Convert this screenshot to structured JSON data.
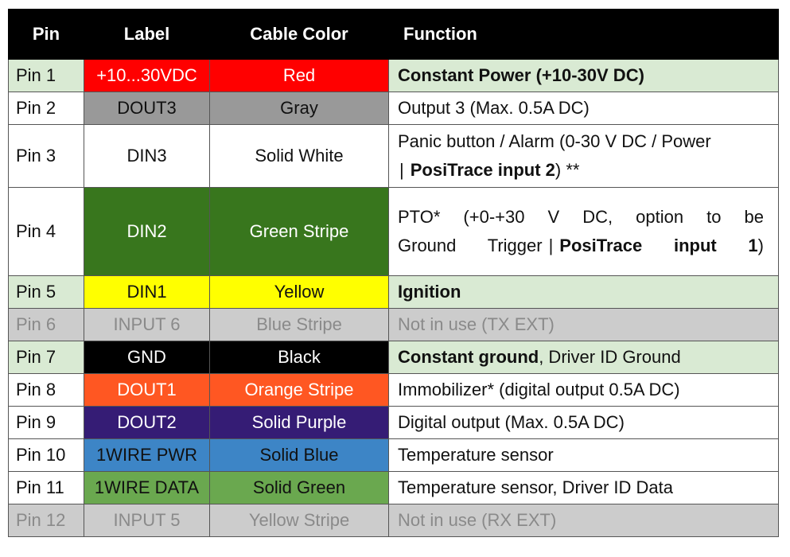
{
  "headers": {
    "pin": "Pin",
    "label": "Label",
    "cable": "Cable Color",
    "function": "Function"
  },
  "rows": [
    {
      "pin": "Pin 1",
      "label": "+10...30VDC",
      "cable": "Red",
      "label_bg": "#ff0000",
      "label_fg": "#ffffff",
      "cable_bg": "#ff0000",
      "cable_fg": "#ffffff",
      "row_bg": "#d9ead3",
      "func_bold": "Constant Power (+10-30V DC)",
      "func_rest": ""
    },
    {
      "pin": "Pin 2",
      "label": "DOUT3",
      "cable": "Gray",
      "label_bg": "#999999",
      "label_fg": "#111111",
      "cable_bg": "#999999",
      "cable_fg": "#111111",
      "row_bg": "#ffffff",
      "func_bold": "",
      "func_rest": "Output 3 (Max. 0.5A DC)"
    },
    {
      "pin": "Pin 3",
      "label": "DIN3",
      "cable": "Solid White",
      "label_bg": "#ffffff",
      "label_fg": "#111111",
      "cable_bg": "#ffffff",
      "cable_fg": "#111111",
      "row_bg": "#ffffff",
      "func_line1": "Panic button / Alarm (0-30 V DC / Power",
      "func_sep": "|",
      "func_bold": "PosiTrace input 2",
      "func_rest": ") **"
    },
    {
      "pin": "Pin 4",
      "label": "DIN2",
      "cable": "Green Stripe",
      "label_bg": "#38761d",
      "label_fg": "#ffffff",
      "cable_bg": "#38761d",
      "cable_fg": "#ffffff",
      "row_bg": "#ffffff",
      "func_line1": "PTO* (+0-+30 V DC, option to be",
      "func_line2": "Ground Trigger",
      "func_sep": "|",
      "func_bold": "PosiTrace input 1",
      "func_rest": ")"
    },
    {
      "pin": "Pin 5",
      "label": "DIN1",
      "cable": "Yellow",
      "label_bg": "#ffff00",
      "label_fg": "#111111",
      "cable_bg": "#ffff00",
      "cable_fg": "#111111",
      "row_bg": "#d9ead3",
      "func_bold": "Ignition",
      "func_rest": ""
    },
    {
      "pin": "Pin 6",
      "label": "INPUT 6",
      "cable": "Blue Stripe",
      "label_bg": "#cccccc",
      "label_fg": "#8a8a8a",
      "cable_bg": "#cccccc",
      "cable_fg": "#8a8a8a",
      "row_bg": "#cccccc",
      "func_bold": "",
      "func_rest": "Not in use (TX EXT)"
    },
    {
      "pin": "Pin 7",
      "label": "GND",
      "cable": "Black",
      "label_bg": "#000000",
      "label_fg": "#ffffff",
      "cable_bg": "#000000",
      "cable_fg": "#ffffff",
      "row_bg": "#d9ead3",
      "func_bold": "Constant ground",
      "func_rest": ", Driver ID Ground"
    },
    {
      "pin": "Pin 8",
      "label": "DOUT1",
      "cable": "Orange Stripe",
      "label_bg": "#ff5722",
      "label_fg": "#ffffff",
      "cable_bg": "#ff5722",
      "cable_fg": "#ffffff",
      "row_bg": "#ffffff",
      "func_bold": "",
      "func_rest": "Immobilizer* (digital output 0.5A DC)"
    },
    {
      "pin": "Pin 9",
      "label": "DOUT2",
      "cable": "Solid Purple",
      "label_bg": "#351c75",
      "label_fg": "#ffffff",
      "cable_bg": "#351c75",
      "cable_fg": "#ffffff",
      "row_bg": "#ffffff",
      "func_bold": "",
      "func_rest": "Digital output (Max. 0.5A DC)"
    },
    {
      "pin": "Pin 10",
      "label": "1WIRE PWR",
      "cable": "Solid Blue",
      "label_bg": "#3d85c6",
      "label_fg": "#111111",
      "cable_bg": "#3d85c6",
      "cable_fg": "#111111",
      "row_bg": "#ffffff",
      "func_bold": "",
      "func_rest": "Temperature sensor"
    },
    {
      "pin": "Pin 11",
      "label": "1WIRE DATA",
      "cable": "Solid Green",
      "label_bg": "#6aa84f",
      "label_fg": "#111111",
      "cable_bg": "#6aa84f",
      "cable_fg": "#111111",
      "row_bg": "#ffffff",
      "func_bold": "",
      "func_rest": "Temperature sensor, Driver ID Data"
    },
    {
      "pin": "Pin 12",
      "label": "INPUT 5",
      "cable": "Yellow Stripe",
      "label_bg": "#cccccc",
      "label_fg": "#8a8a8a",
      "cable_bg": "#cccccc",
      "cable_fg": "#8a8a8a",
      "row_bg": "#cccccc",
      "func_bold": "",
      "func_rest": "Not in use (RX EXT)"
    }
  ]
}
